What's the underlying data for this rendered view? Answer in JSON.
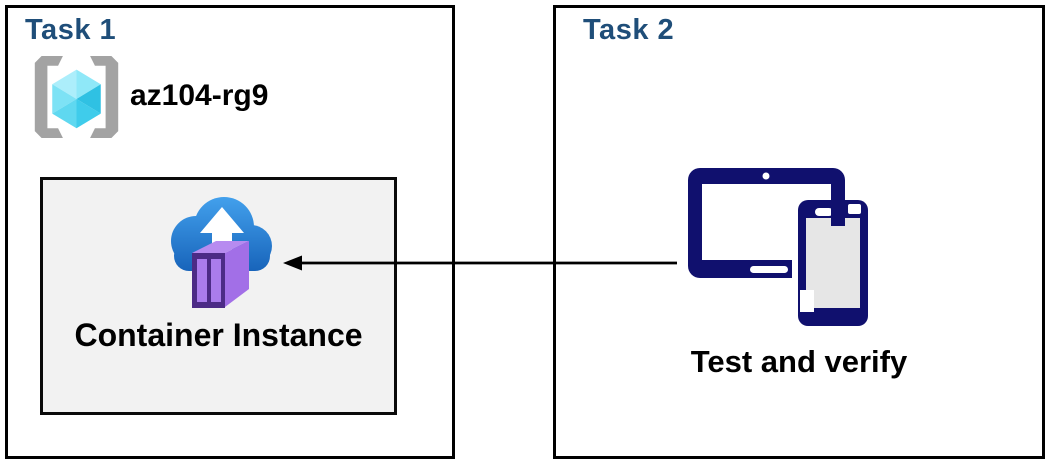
{
  "task1": {
    "title": "Task 1",
    "resource_group": {
      "name": "az104-rg9",
      "icon": "resource-group-icon"
    },
    "container_instance": {
      "label": "Container Instance",
      "icon": "container-instance-icon"
    }
  },
  "task2": {
    "title": "Task 2",
    "icon": "devices-icon",
    "label": "Test and verify"
  },
  "arrow": {
    "from": "task2-devices",
    "to": "task1-container-instance",
    "direction": "right-to-left"
  },
  "colors": {
    "title_blue": "#1F4E79",
    "border_black": "#000000",
    "container_box_bg": "#F2F2F2",
    "device_navy": "#10106E",
    "phone_screen_gray": "#E6E6E6",
    "bracket_gray": "#A3A3A3",
    "cube_cyan_light": "#ACEEFB",
    "cube_cyan_dark": "#2FC1E3",
    "cloud_blue_top": "#43A1ED",
    "cloud_blue_bottom": "#1560B7",
    "container_purple_front": "#4C2B86",
    "container_purple_side": "#A26FE7",
    "container_purple_top": "#B78BF0",
    "container_purple_slat": "#AA7CEC"
  }
}
